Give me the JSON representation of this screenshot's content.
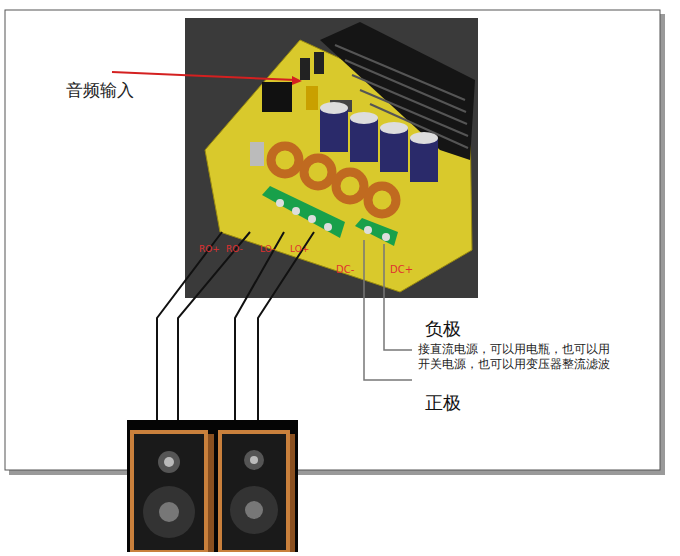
{
  "diagram": {
    "labels": [
      "音频输入",
      "RO+",
      "RO-",
      "LO-",
      "LO+",
      "DC-",
      "DC+",
      "负极",
      "接直流电源，可以用电瓶，也可以用开关电源，也可以用变压器整流滤波",
      "正极"
    ]
  }
}
